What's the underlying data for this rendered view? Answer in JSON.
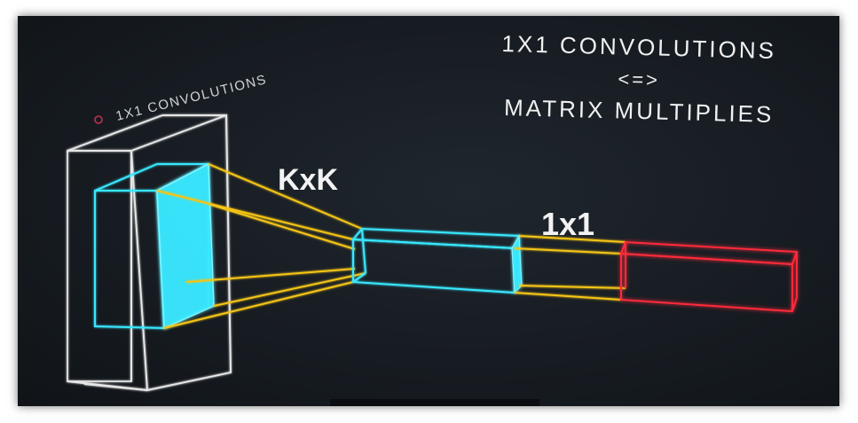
{
  "title": {
    "line1": "1X1 CONVOLUTIONS",
    "line2": "<=>",
    "line3": "MATRIX MULTIPLIES"
  },
  "tag_label": "1X1 CONVOLUTIONS",
  "labels": {
    "kernel": "KxK",
    "one_by_one": "1x1"
  },
  "colors": {
    "background": "#171c22",
    "white_box": "#e6e6e6",
    "cyan": "#38e8ff",
    "yellow": "#f5c518",
    "red": "#ff2a3a",
    "tag_dot": "#c2304a"
  }
}
